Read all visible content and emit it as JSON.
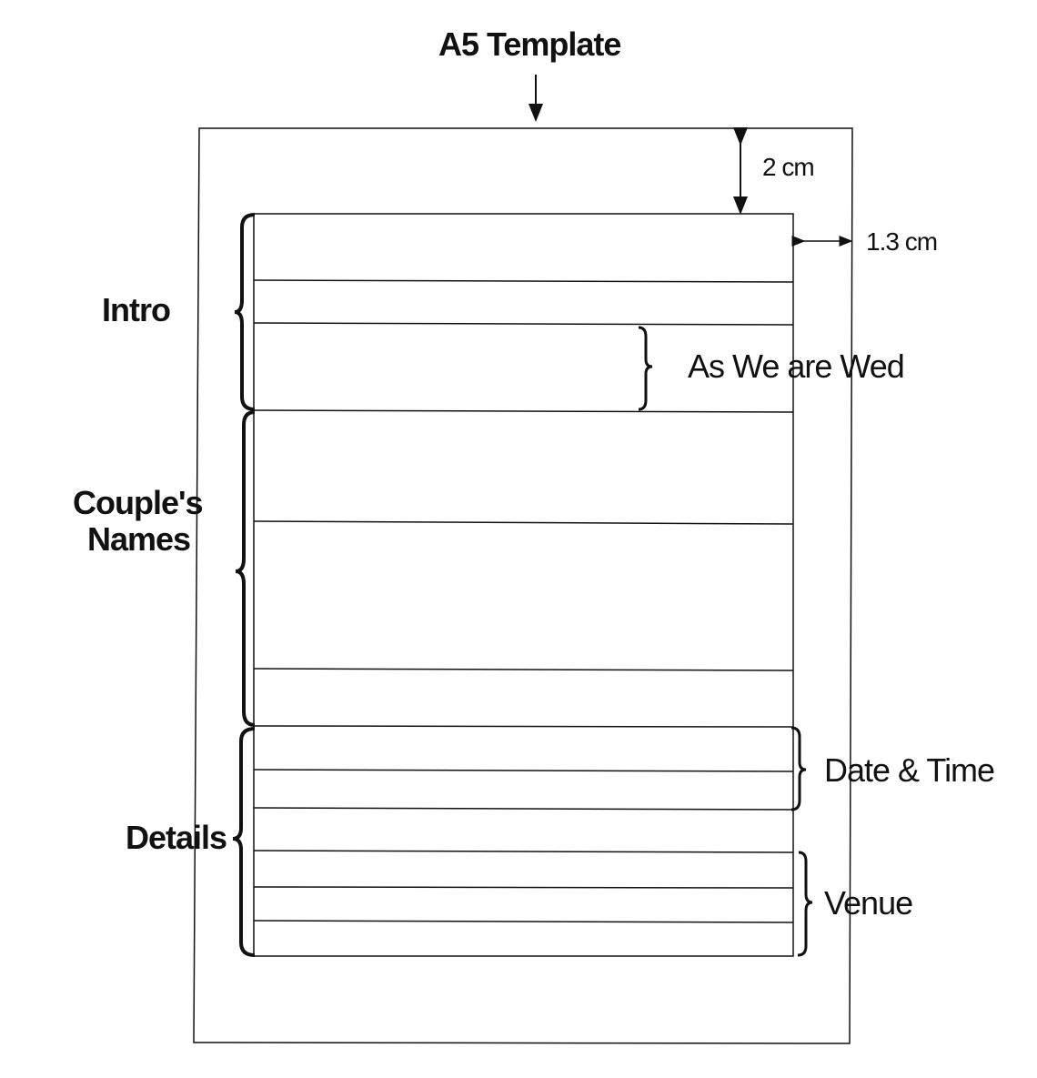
{
  "title": "A5 Template",
  "margins": {
    "top": "2 cm",
    "side": "1.3 cm"
  },
  "sections": {
    "intro": "Intro",
    "names_line1": "Couple's",
    "names_line2": "Names",
    "details": "Details"
  },
  "annotations": {
    "as_we_are_wed": "As We are Wed",
    "date_time": "Date & Time",
    "venue": "Venue"
  }
}
